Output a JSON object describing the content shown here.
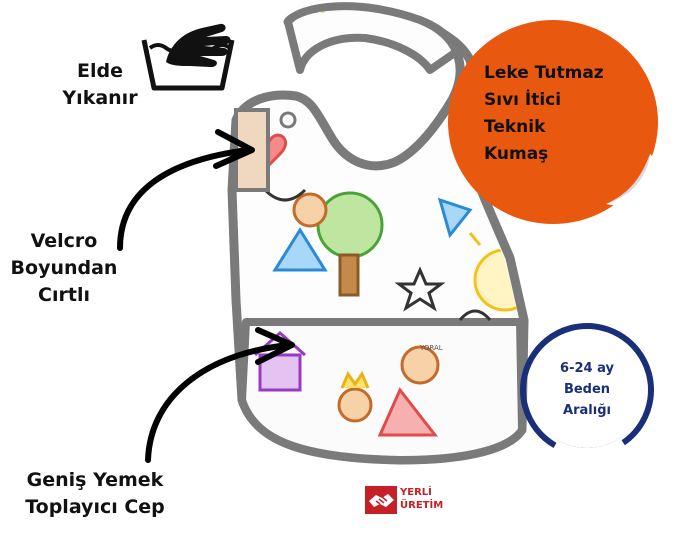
{
  "labels": {
    "wash": [
      "Elde",
      "Yıkanır"
    ],
    "velcro": [
      "Velcro",
      "Boyundan",
      "Cırtlı"
    ],
    "pocket": [
      "Geniş Yemek",
      "Toplayıcı Cep"
    ]
  },
  "badges": {
    "feature": [
      "Leke Tutmaz",
      "Sıvı İtici",
      "Teknik",
      "Kumaş"
    ],
    "size": [
      "6-24 ay",
      "Beden",
      "Aralığı"
    ]
  },
  "stamp": [
    "YERLİ",
    "ÜRETİM"
  ],
  "bib_print": "YORAL",
  "colors": {
    "orange_badge": "#e9580f",
    "blue_ring": "#1a2f7a",
    "bib_trim": "#7a7a7a",
    "stamp_red": "#c52027"
  },
  "icons": {
    "wash": "hand-wash-icon",
    "stamp": "handshake-icon"
  }
}
